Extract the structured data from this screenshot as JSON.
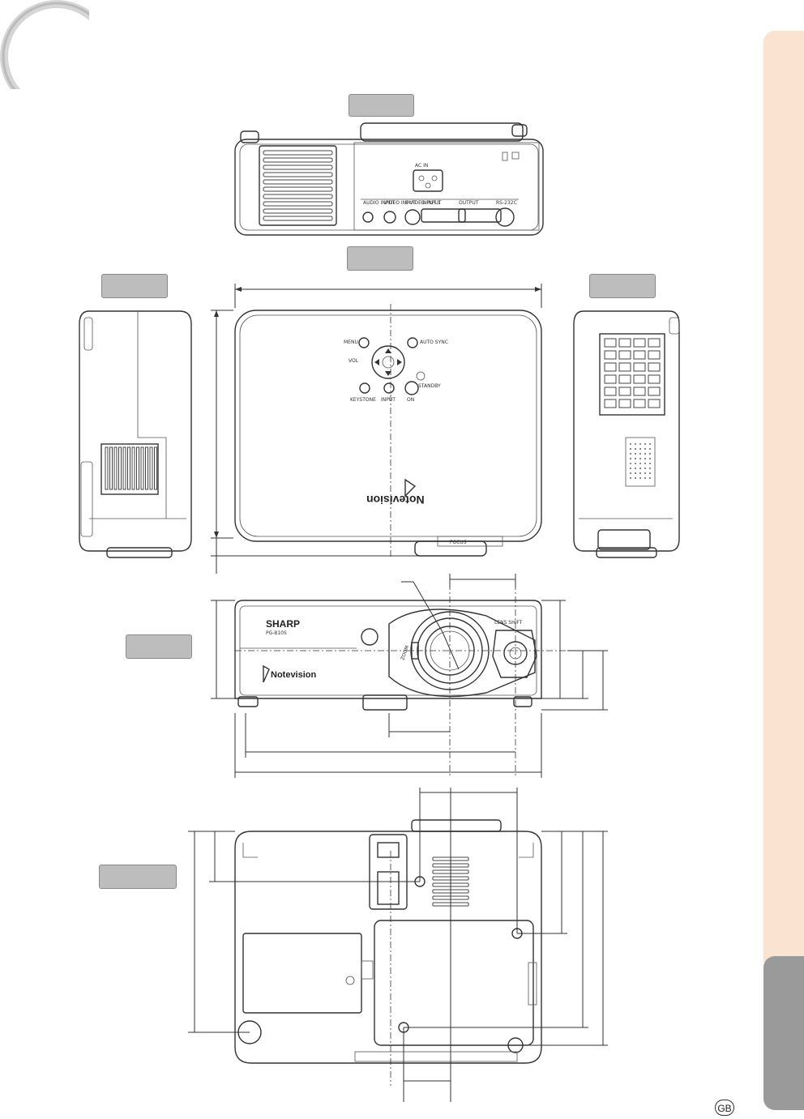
{
  "page": {
    "badge_text": "GB"
  },
  "view_labels": [
    "",
    "",
    "",
    "",
    "",
    ""
  ],
  "projector": {
    "brand": "SHARP",
    "model": "PG-B10S",
    "series_logo": "Notevision",
    "top_controls": [
      "MENU",
      "AUTO SYNC",
      "VOL",
      "INPUT",
      "KEYSTONE",
      "ON",
      "STANDBY"
    ],
    "focus_label": "FOCUS",
    "zoom_label": "ZOOM",
    "lens_shift_label": "LENS SHIFT",
    "rear_ports": [
      "AUDIO INPUT",
      "VIDEO INPUT",
      "S-VIDEO INPUT",
      "INPUT 1",
      "OUTPUT",
      "RS-232C"
    ],
    "ac_label": "AC IN"
  },
  "colors": {
    "side_tab": "#fbe3d2",
    "grey_tab": "#9a9a9a",
    "view_badge": "#bdbdbd"
  }
}
